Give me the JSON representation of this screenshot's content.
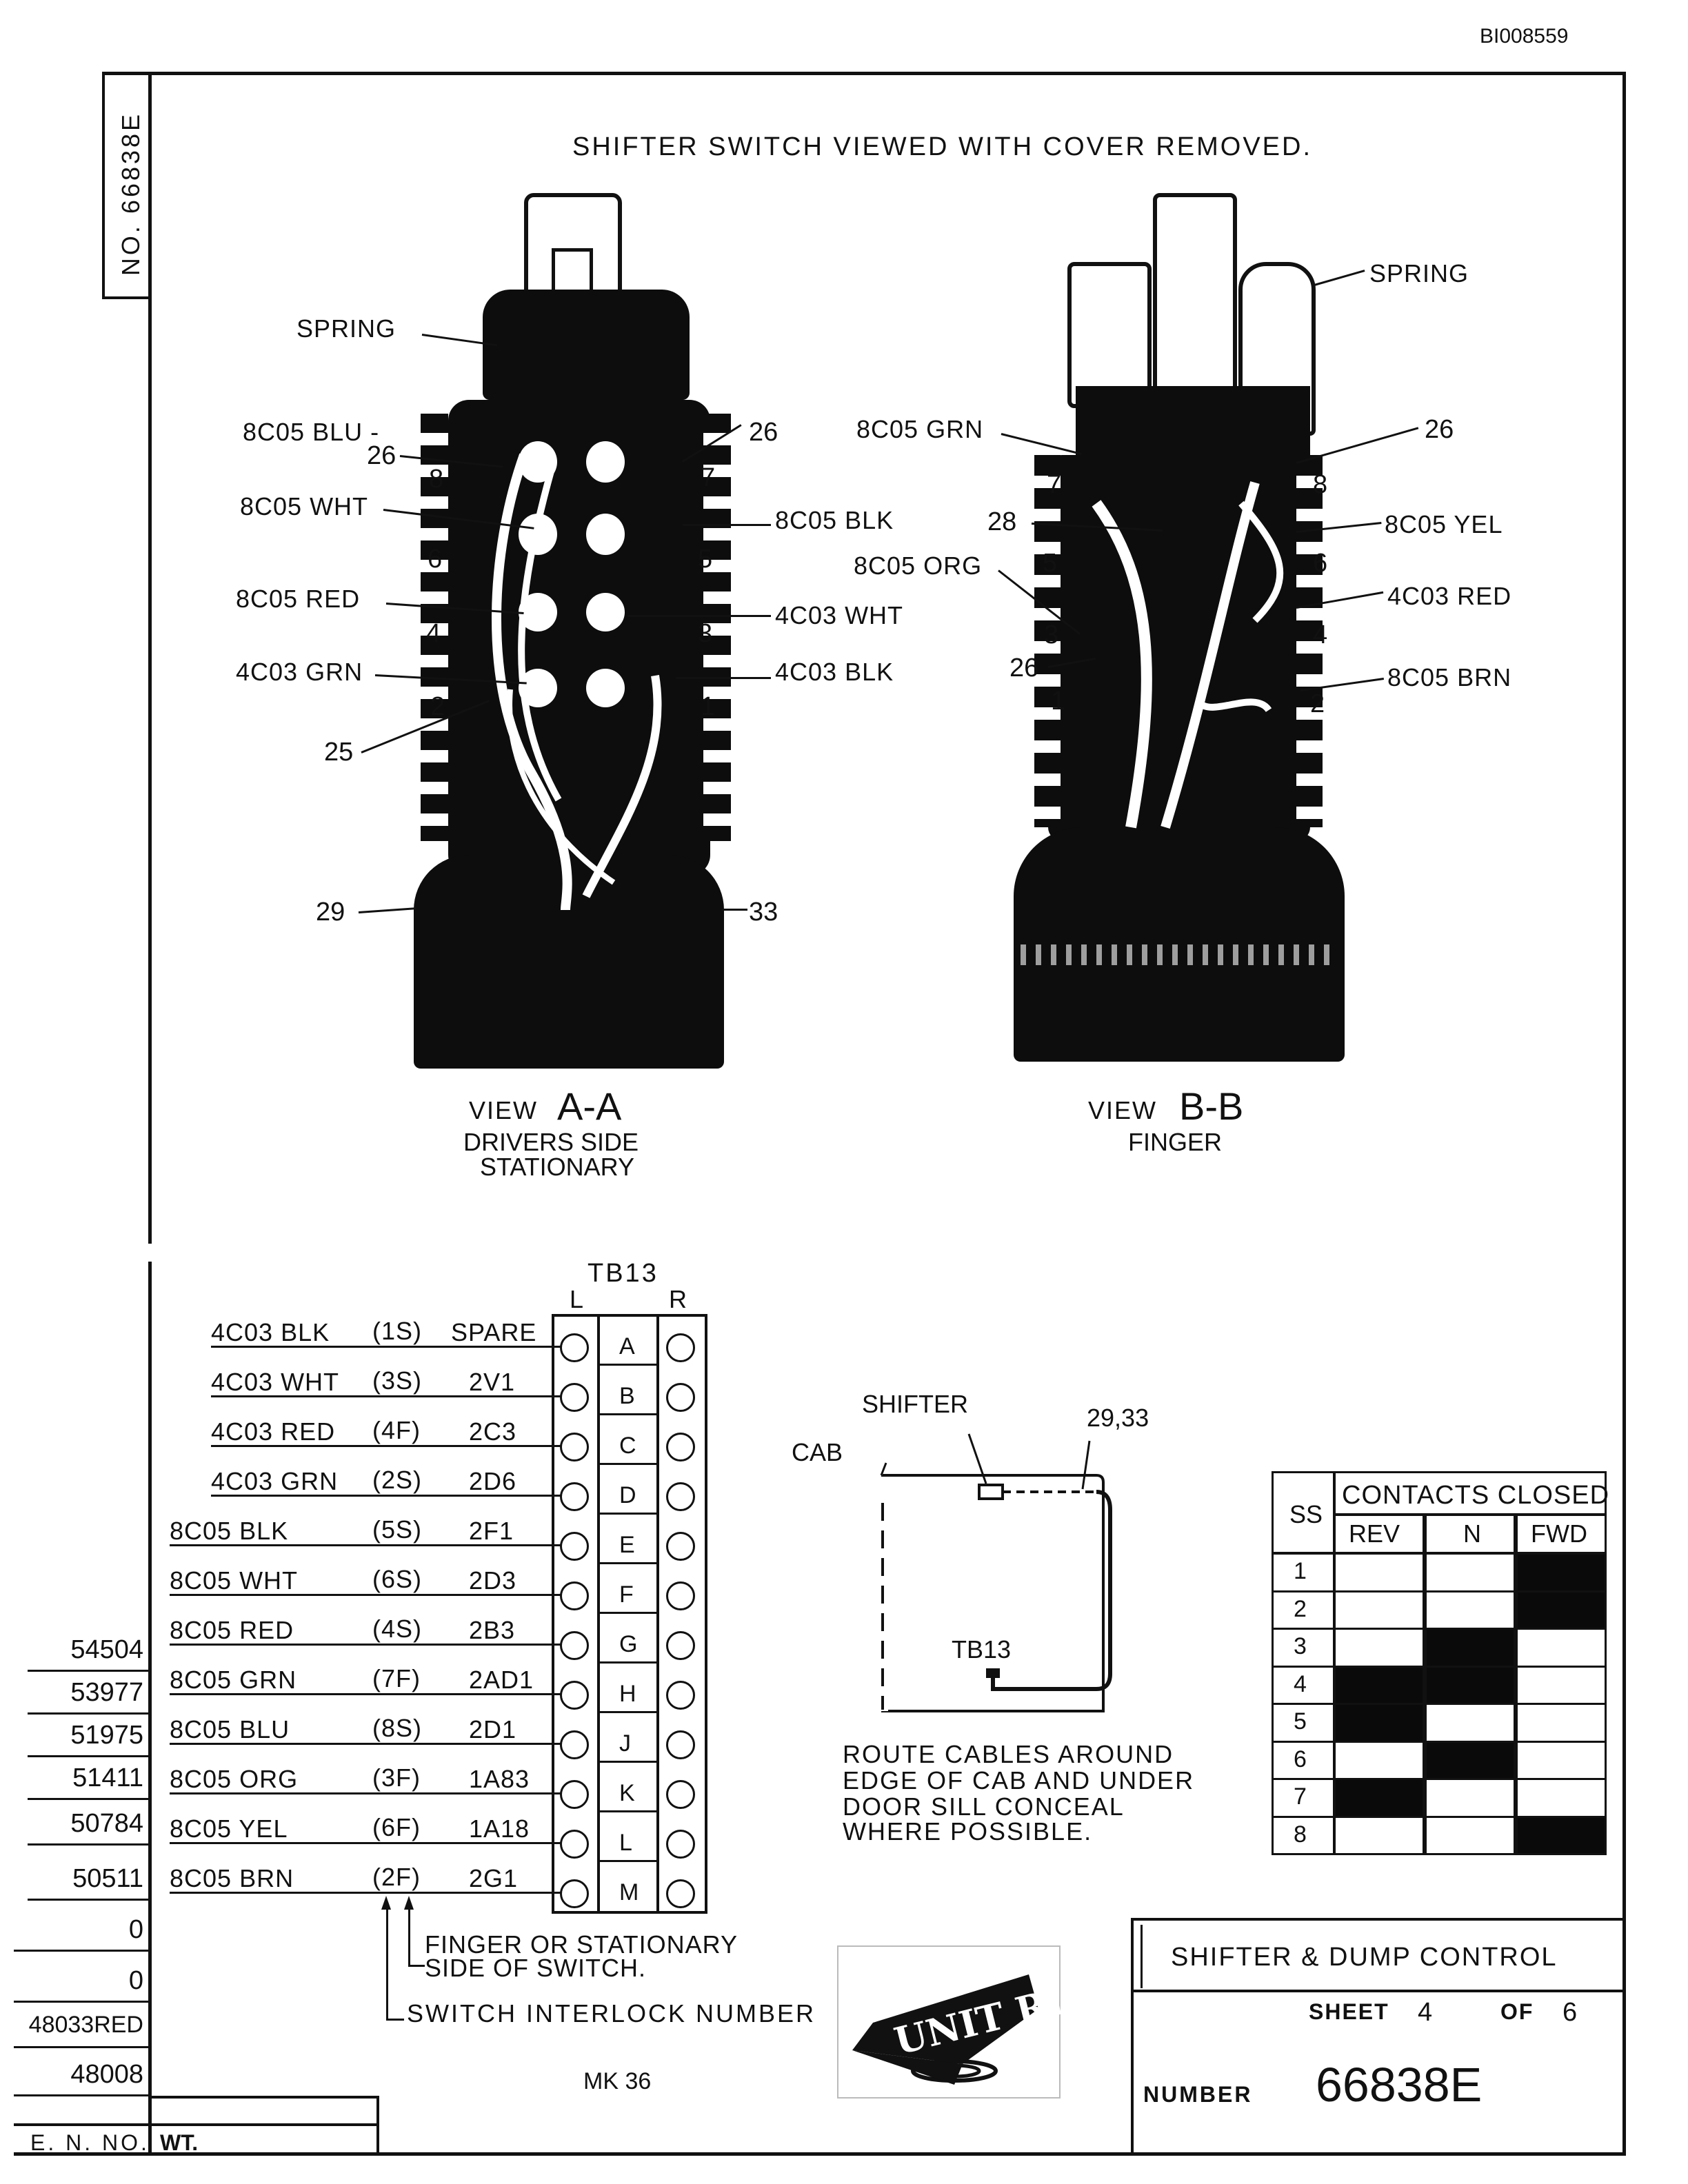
{
  "doc_code": "BI008559",
  "sidebar_number": "NO. 66838E",
  "title": "SHIFTER SWITCH VIEWED WITH COVER REMOVED.",
  "view_a": {
    "title_prefix": "VIEW",
    "title_letters": "A-A",
    "line1": "DRIVERS SIDE",
    "line2": "STATIONARY",
    "labels": {
      "spring": "SPRING",
      "blu": "8C05 BLU -",
      "wht": "8C05 WHT",
      "red": "8C05 RED",
      "grn": "4C03 GRN",
      "blk8": "8C05 BLK",
      "wht4": "4C03 WHT",
      "blk4": "4C03 BLK",
      "n26a": "26",
      "n26b": "26",
      "n8": "8",
      "n7": "7",
      "n6": "6",
      "n5": "5",
      "n4": "4",
      "n3": "3",
      "n2": "2",
      "n1": "1",
      "n25": "25",
      "n29": "29",
      "n33": "33"
    }
  },
  "view_b": {
    "title_prefix": "VIEW",
    "title_letters": "B-B",
    "line1": "FINGER",
    "labels": {
      "spring": "SPRING",
      "grn": "8C05 GRN",
      "org": "8C05 ORG",
      "yel": "8C05 YEL",
      "red": "4C03 RED",
      "brn": "8C05 BRN",
      "n26a": "26",
      "n26b": "26",
      "n28": "28",
      "n7": "7",
      "n8": "8",
      "n5": "5",
      "n6": "6",
      "n3": "3",
      "n4": "4",
      "n1": "1",
      "n2": "2"
    }
  },
  "terminal_block": {
    "name": "TB13",
    "left_label": "L",
    "right_label": "R",
    "rows": [
      {
        "wire": "4C03 BLK",
        "interlock": "(1S)",
        "dest": "SPARE",
        "letter": "A"
      },
      {
        "wire": "4C03 WHT",
        "interlock": "(3S)",
        "dest": "2V1",
        "letter": "B"
      },
      {
        "wire": "4C03 RED",
        "interlock": "(4F)",
        "dest": "2C3",
        "letter": "C"
      },
      {
        "wire": "4C03 GRN",
        "interlock": "(2S)",
        "dest": "2D6",
        "letter": "D"
      },
      {
        "wire": "8C05 BLK",
        "interlock": "(5S)",
        "dest": "2F1",
        "letter": "E"
      },
      {
        "wire": "8C05 WHT",
        "interlock": "(6S)",
        "dest": "2D3",
        "letter": "F"
      },
      {
        "wire": "8C05 RED",
        "interlock": "(4S)",
        "dest": "2B3",
        "letter": "G"
      },
      {
        "wire": "8C05 GRN",
        "interlock": "(7F)",
        "dest": "2AD1",
        "letter": "H"
      },
      {
        "wire": "8C05 BLU",
        "interlock": "(8S)",
        "dest": "2D1",
        "letter": "J"
      },
      {
        "wire": "8C05 ORG",
        "interlock": "(3F)",
        "dest": "1A83",
        "letter": "K"
      },
      {
        "wire": "8C05 YEL",
        "interlock": "(6F)",
        "dest": "1A18",
        "letter": "L"
      },
      {
        "wire": "8C05 BRN",
        "interlock": "(2F)",
        "dest": "2G1",
        "letter": "M"
      }
    ],
    "note_finger": "FINGER OR STATIONARY",
    "note_finger2": "SIDE OF SWITCH.",
    "note_interlock": "SWITCH INTERLOCK NUMBER"
  },
  "route_diagram": {
    "shifter": "SHIFTER",
    "cab": "CAB",
    "cable_nums": "29,33",
    "tb": "TB13",
    "note1": "ROUTE CABLES AROUND",
    "note2": "EDGE OF CAB AND UNDER",
    "note3": "DOOR SILL CONCEAL",
    "note4": "WHERE POSSIBLE."
  },
  "contacts_table": {
    "ss_header": "SS",
    "header": "CONTACTS CLOSED",
    "columns": [
      "REV",
      "N",
      "FWD"
    ],
    "rows": [
      {
        "ss": "1",
        "closed": [
          false,
          false,
          true
        ]
      },
      {
        "ss": "2",
        "closed": [
          false,
          false,
          true
        ]
      },
      {
        "ss": "3",
        "closed": [
          false,
          true,
          false
        ]
      },
      {
        "ss": "4",
        "closed": [
          true,
          true,
          false
        ]
      },
      {
        "ss": "5",
        "closed": [
          true,
          false,
          false
        ]
      },
      {
        "ss": "6",
        "closed": [
          false,
          true,
          false
        ]
      },
      {
        "ss": "7",
        "closed": [
          true,
          false,
          false
        ]
      },
      {
        "ss": "8",
        "closed": [
          false,
          false,
          true
        ]
      }
    ]
  },
  "title_block": {
    "name": "SHIFTER & DUMP CONTROL",
    "sheet_label": "SHEET",
    "sheet": "4",
    "of_label": "OF",
    "of": "6",
    "number_label": "NUMBER",
    "number": "66838E",
    "logo_text": "UNIT RIG",
    "mk": "MK 36"
  },
  "revision_column": {
    "entries": [
      "54504",
      "53977",
      "51975",
      "51411",
      "50784",
      "50511",
      "0",
      "0",
      "48033RED",
      "48008"
    ],
    "en_no": "E. N. NO.",
    "wt": "WT."
  }
}
